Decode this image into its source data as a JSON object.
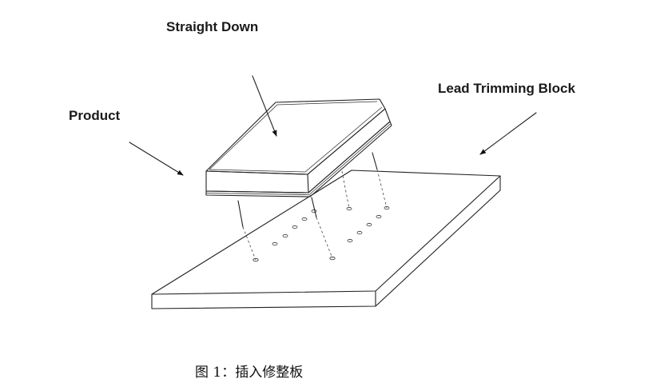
{
  "labels": {
    "straight_down": "Straight Down",
    "lead_trimming_block": "Lead Trimming Block",
    "product": "Product"
  },
  "caption": "图 1：插入修整板"
}
